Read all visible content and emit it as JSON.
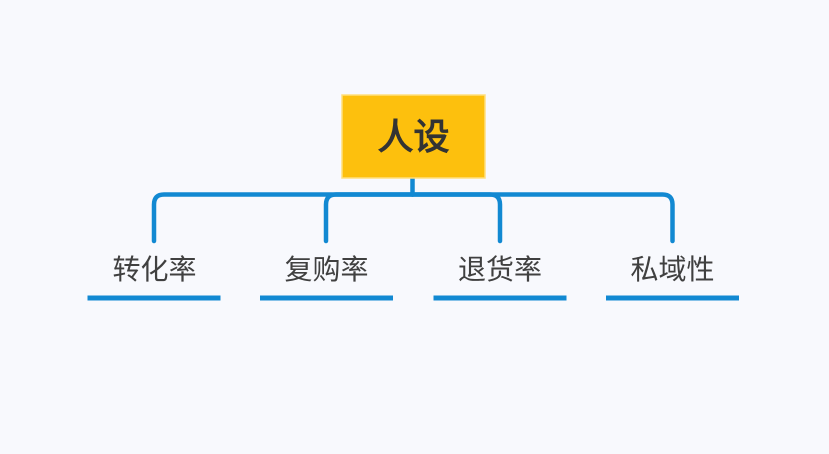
{
  "theme": {
    "background": "#F8F9FD",
    "line_color": "#1289D2",
    "root_fill": "#FDC00D",
    "root_border": "#FFDF7E",
    "root_text_color": "#333333",
    "child_text_color": "#404040"
  },
  "mindmap": {
    "root": {
      "label": "人设"
    },
    "children": [
      {
        "label": "转化率"
      },
      {
        "label": "复购率"
      },
      {
        "label": "退货率"
      },
      {
        "label": "私域性"
      }
    ]
  }
}
